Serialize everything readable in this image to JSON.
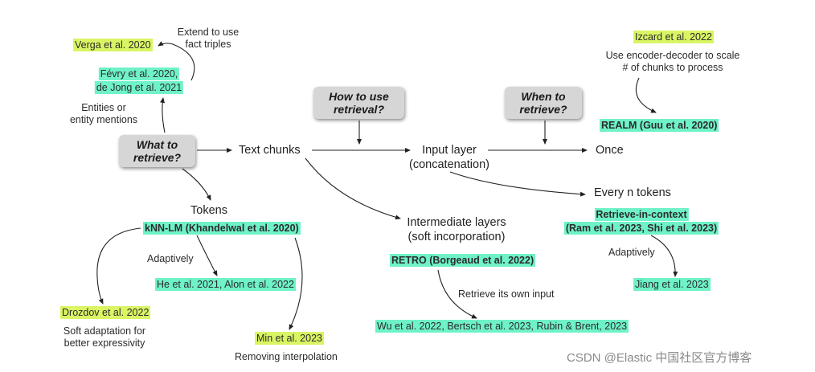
{
  "questions": {
    "what": [
      "What to",
      "retrieve?"
    ],
    "how": [
      "How to use",
      "retrieval?"
    ],
    "when": [
      "When to",
      "retrieve?"
    ]
  },
  "nodes": {
    "text_chunks": "Text chunks",
    "tokens": "Tokens",
    "input_layer": [
      "Input layer",
      "(concatenation)"
    ],
    "intermediate": [
      "Intermediate layers",
      "(soft incorporation)"
    ],
    "once": "Once",
    "every_n": "Every n tokens"
  },
  "refs": {
    "verga": "Verga et al. 2020",
    "fevry": [
      "Févry et al. 2020,",
      "de Jong et al. 2021"
    ],
    "izcard": "Izcard et al. 2022",
    "realm": "REALM (Guu et al. 2020)",
    "knn": "kNN-LM (Khandelwal et al. 2020)",
    "he": "He et al. 2021, Alon et al. 2022",
    "drozdov": "Drozdov et al. 2022",
    "min": "Min et al. 2023",
    "retro": "RETRO (Borgeaud et al. 2022)",
    "wu": "Wu et al. 2022, Bertsch et al. 2023, Rubin & Brent, 2023",
    "ric": [
      "Retrieve-in-context",
      "(Ram et al. 2023, Shi et al. 2023)"
    ],
    "jiang": "Jiang et al. 2023"
  },
  "notes": {
    "extend": [
      "Extend to use",
      "fact triples"
    ],
    "entities": [
      "Entities or",
      "entity mentions"
    ],
    "encdec": [
      "Use encoder-decoder to scale",
      "# of chunks to process"
    ],
    "adaptively1": "Adaptively",
    "soft_adapt": [
      "Soft adaptation for",
      "better expressivity"
    ],
    "removing": "Removing interpolation",
    "retrieve_own": "Retrieve its own input",
    "adaptively2": "Adaptively"
  },
  "watermark": "CSDN @Elastic 中国社区官方博客",
  "colors": {
    "yellow": "#d9f564",
    "green": "#6ff2c8",
    "box": "#d6d6d6"
  }
}
